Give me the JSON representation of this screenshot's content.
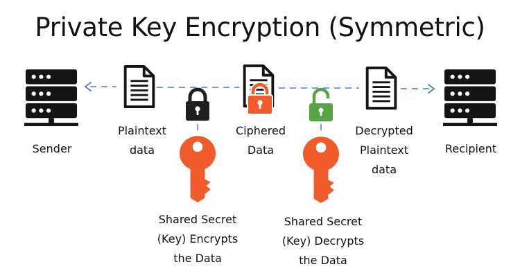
{
  "title": "Private Key Encryption (Symmetric)",
  "nodes": {
    "sender": {
      "label": "Sender"
    },
    "recipient": {
      "label": "Recipient"
    },
    "plaintext": {
      "line1": "Plaintext",
      "line2": "data"
    },
    "ciphered": {
      "line1": "Ciphered",
      "line2": "Data"
    },
    "decrypted": {
      "line1": "Decrypted",
      "line2": "Plaintext",
      "line3": "data"
    }
  },
  "keys": {
    "encrypt": {
      "line1": "Shared Secret",
      "line2": "(Key) Encrypts",
      "line3": "the Data"
    },
    "decrypt": {
      "line1": "Shared Secret",
      "line2": "(Key) Decrypts",
      "line3": "the Data"
    }
  },
  "colors": {
    "arrow": "#4a7fc1",
    "icon": "#141414",
    "key": "#f15a2b",
    "lock_closed_dark": "#1f1f1f",
    "lock_closed_orange": "#f15a2b",
    "lock_open_green": "#55a544"
  },
  "icons": {
    "sender": "server-icon",
    "recipient": "server-icon",
    "plaintext": "document-icon",
    "ciphered": "document-icon",
    "decrypted": "document-icon",
    "encrypt_lock": "lock-closed-icon",
    "cipher_lock": "lock-closed-icon",
    "decrypt_lock": "lock-open-icon",
    "key": "key-icon"
  }
}
